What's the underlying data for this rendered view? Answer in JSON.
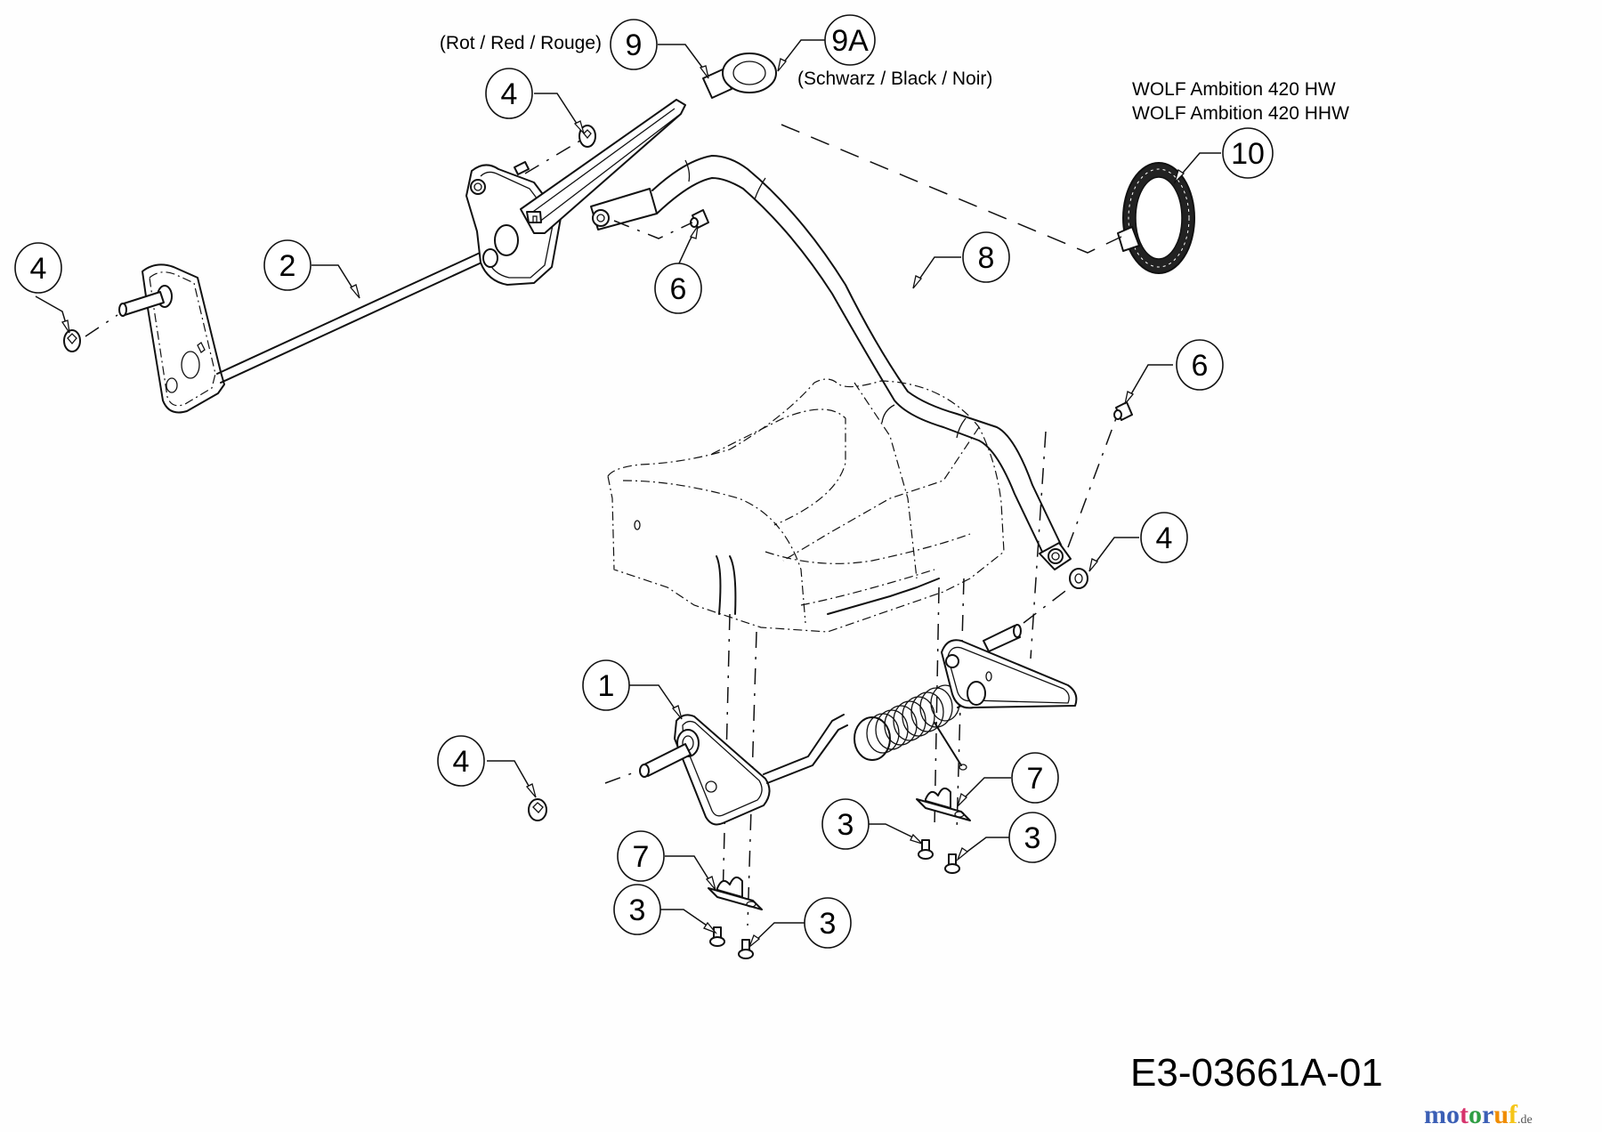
{
  "diagram": {
    "type": "exploded-parts-diagram",
    "subject": "Lawn mower height adjustment assembly",
    "drawing_number": "E3-03661A-01",
    "watermark": {
      "brand": "motoruf",
      "tld": ".de",
      "letters": [
        "m",
        "o",
        "t",
        "o",
        "r",
        "u",
        "f"
      ],
      "colors": [
        "#3b5fb5",
        "#3b5fb5",
        "#d6336c",
        "#2f9e44",
        "#3b5fb5",
        "#f08c00",
        "#f5c518"
      ]
    },
    "models": [
      "WOLF Ambition 420 HW",
      "WOLF Ambition 420 HHW"
    ],
    "color_notes": {
      "part_9": "(Rot / Red / Rouge)",
      "part_9a": "(Schwarz / Black / Noir)"
    },
    "callouts": [
      {
        "id": "c9",
        "label": "9",
        "part": "height-adjust-knob-red"
      },
      {
        "id": "c9a",
        "label": "9A",
        "part": "height-adjust-knob-black"
      },
      {
        "id": "c10",
        "label": "10",
        "part": "height-adjust-grip-wheel"
      },
      {
        "id": "c4a",
        "label": "4",
        "part": "flange-nut-upper"
      },
      {
        "id": "c4b",
        "label": "4",
        "part": "flange-nut-left"
      },
      {
        "id": "c2",
        "label": "2",
        "part": "front-axle-height-lever"
      },
      {
        "id": "c6a",
        "label": "6",
        "part": "shoulder-bolt-left"
      },
      {
        "id": "c8",
        "label": "8",
        "part": "height-adjust-rod"
      },
      {
        "id": "c6b",
        "label": "6",
        "part": "shoulder-bolt-right"
      },
      {
        "id": "c4c",
        "label": "4",
        "part": "flange-nut-right"
      },
      {
        "id": "c1",
        "label": "1",
        "part": "rear-axle-assembly-with-spring"
      },
      {
        "id": "c4d",
        "label": "4",
        "part": "flange-nut-lower"
      },
      {
        "id": "c7a",
        "label": "7",
        "part": "axle-clamp-right"
      },
      {
        "id": "c3a",
        "label": "3",
        "part": "screw-right-a"
      },
      {
        "id": "c3b",
        "label": "3",
        "part": "screw-right-b"
      },
      {
        "id": "c7b",
        "label": "7",
        "part": "axle-clamp-left"
      },
      {
        "id": "c3c",
        "label": "3",
        "part": "screw-left-a"
      },
      {
        "id": "c3d",
        "label": "3",
        "part": "screw-left-b"
      }
    ]
  }
}
